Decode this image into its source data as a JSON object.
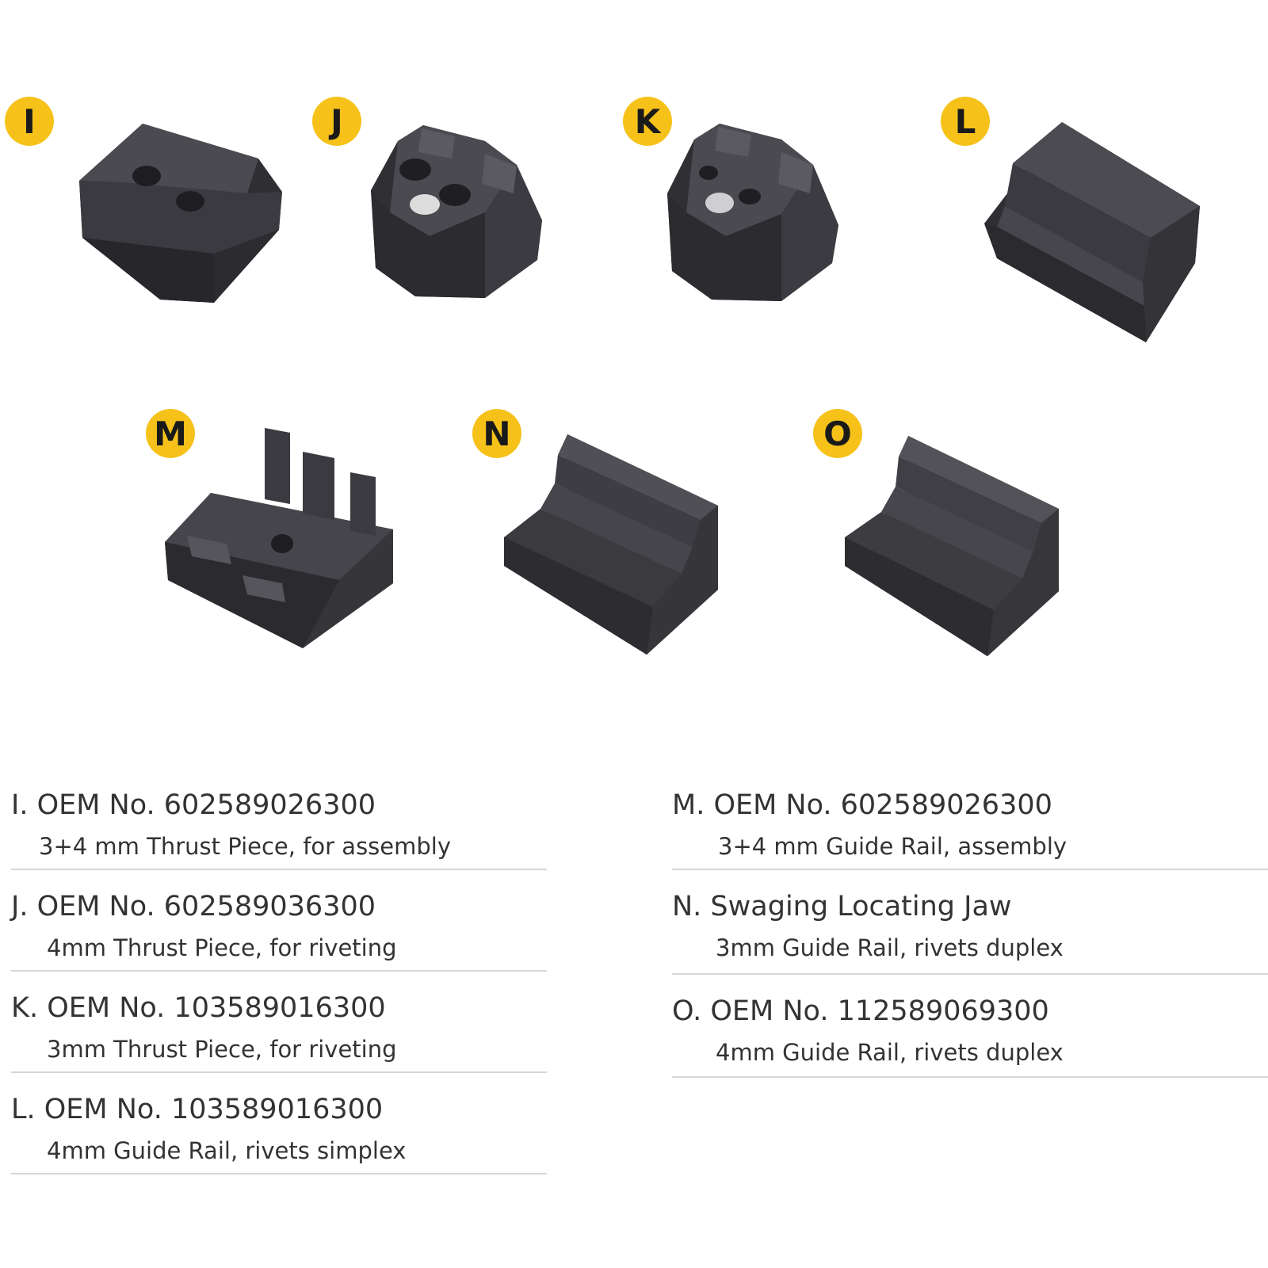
{
  "badges": [
    "I",
    "J",
    "K",
    "L",
    "M",
    "N",
    "O"
  ],
  "colors": {
    "badge": "#f6c21a",
    "part_dark": "#2f2f33",
    "part_mid": "#3f3f44",
    "part_light": "#55555b",
    "divider": "#d7d7d7"
  },
  "items": [
    {
      "title": "I. OEM No. 602589026300",
      "subtitle": "3+4 mm Thrust Piece, for assembly"
    },
    {
      "title": "J. OEM No. 602589036300",
      "subtitle": "4mm Thrust Piece, for riveting"
    },
    {
      "title": "K. OEM No. 103589016300",
      "subtitle": "3mm Thrust Piece, for riveting"
    },
    {
      "title": "L. OEM No. 103589016300",
      "subtitle": "4mm Guide Rail, rivets simplex"
    },
    {
      "title": "M. OEM No. 602589026300",
      "subtitle": "3+4 mm Guide Rail, assembly"
    },
    {
      "title": "N. Swaging Locating Jaw",
      "subtitle": "3mm Guide Rail, rivets duplex"
    },
    {
      "title": "O. OEM No. 112589069300",
      "subtitle": "4mm Guide Rail, rivets duplex"
    }
  ]
}
